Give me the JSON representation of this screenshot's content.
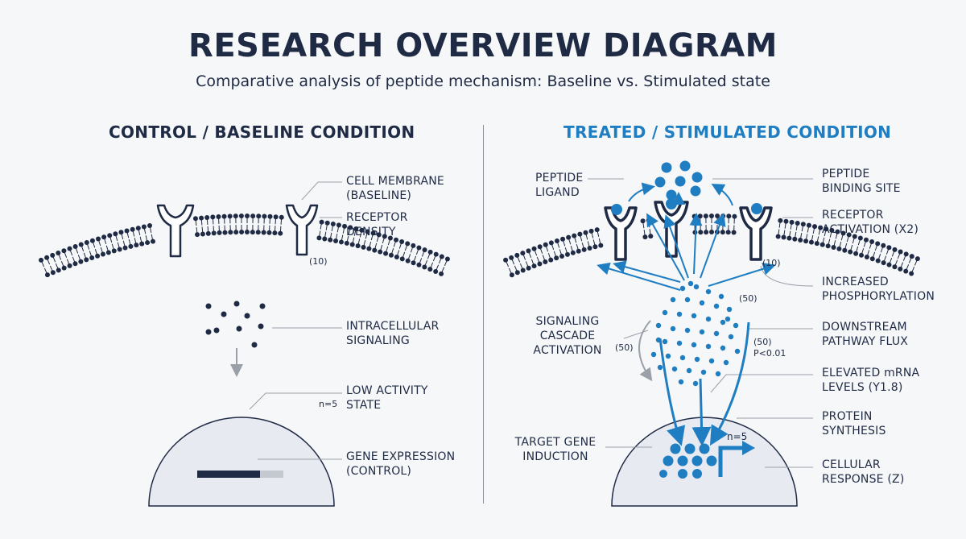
{
  "title": "RESEARCH OVERVIEW DIAGRAM",
  "subtitle": "Comparative analysis of peptide mechanism: Baseline vs. Stimulated state",
  "colors": {
    "dark": "#1f2a44",
    "blue": "#1f7dc2",
    "grey": "#9aa0a8",
    "nucleus": "#e8eaf1"
  },
  "control": {
    "heading": "CONTROL / BASELINE CONDITION",
    "labels": {
      "cell_membrane": "CELL MEMBRANE\n(BASELINE)",
      "receptor_density": "RECEPTOR\nDENSITY",
      "receptor_count": "(10)",
      "intracellular_signaling": "INTRACELLULAR\nSIGNALING",
      "low_activity": "LOW ACTIVITY\nSTATE",
      "n": "n=5",
      "gene_expression": "GENE EXPRESSION\n(CONTROL)"
    }
  },
  "treated": {
    "heading": "TREATED / STIMULATED CONDITION",
    "labels": {
      "peptide_ligand": "PEPTIDE\nLIGAND",
      "peptide_binding_site": "PEPTIDE\nBINDING SITE",
      "receptor_activation": "RECEPTOR\nACTIVATION (X2)",
      "receptor_count": "(10)",
      "increased_phosphorylation": "INCREASED\nPHOSPHORYLATION",
      "count_50_a": "(50)",
      "signaling_cascade": "SIGNALING\nCASCADE\nACTIVATION",
      "count_50_b": "(50)",
      "downstream_flux": "DOWNSTREAM\nPATHWAY FLUX",
      "count_50_c": "(50)\nP<0.01",
      "elevated_mrna": "ELEVATED mRNA\nLEVELS (Y1.8)",
      "protein_synthesis": "PROTEIN\nSYNTHESIS",
      "target_gene": "TARGET GENE\nINDUCTION",
      "n": "n=5",
      "cellular_response": "CELLULAR\nRESPONSE (Z)"
    }
  }
}
